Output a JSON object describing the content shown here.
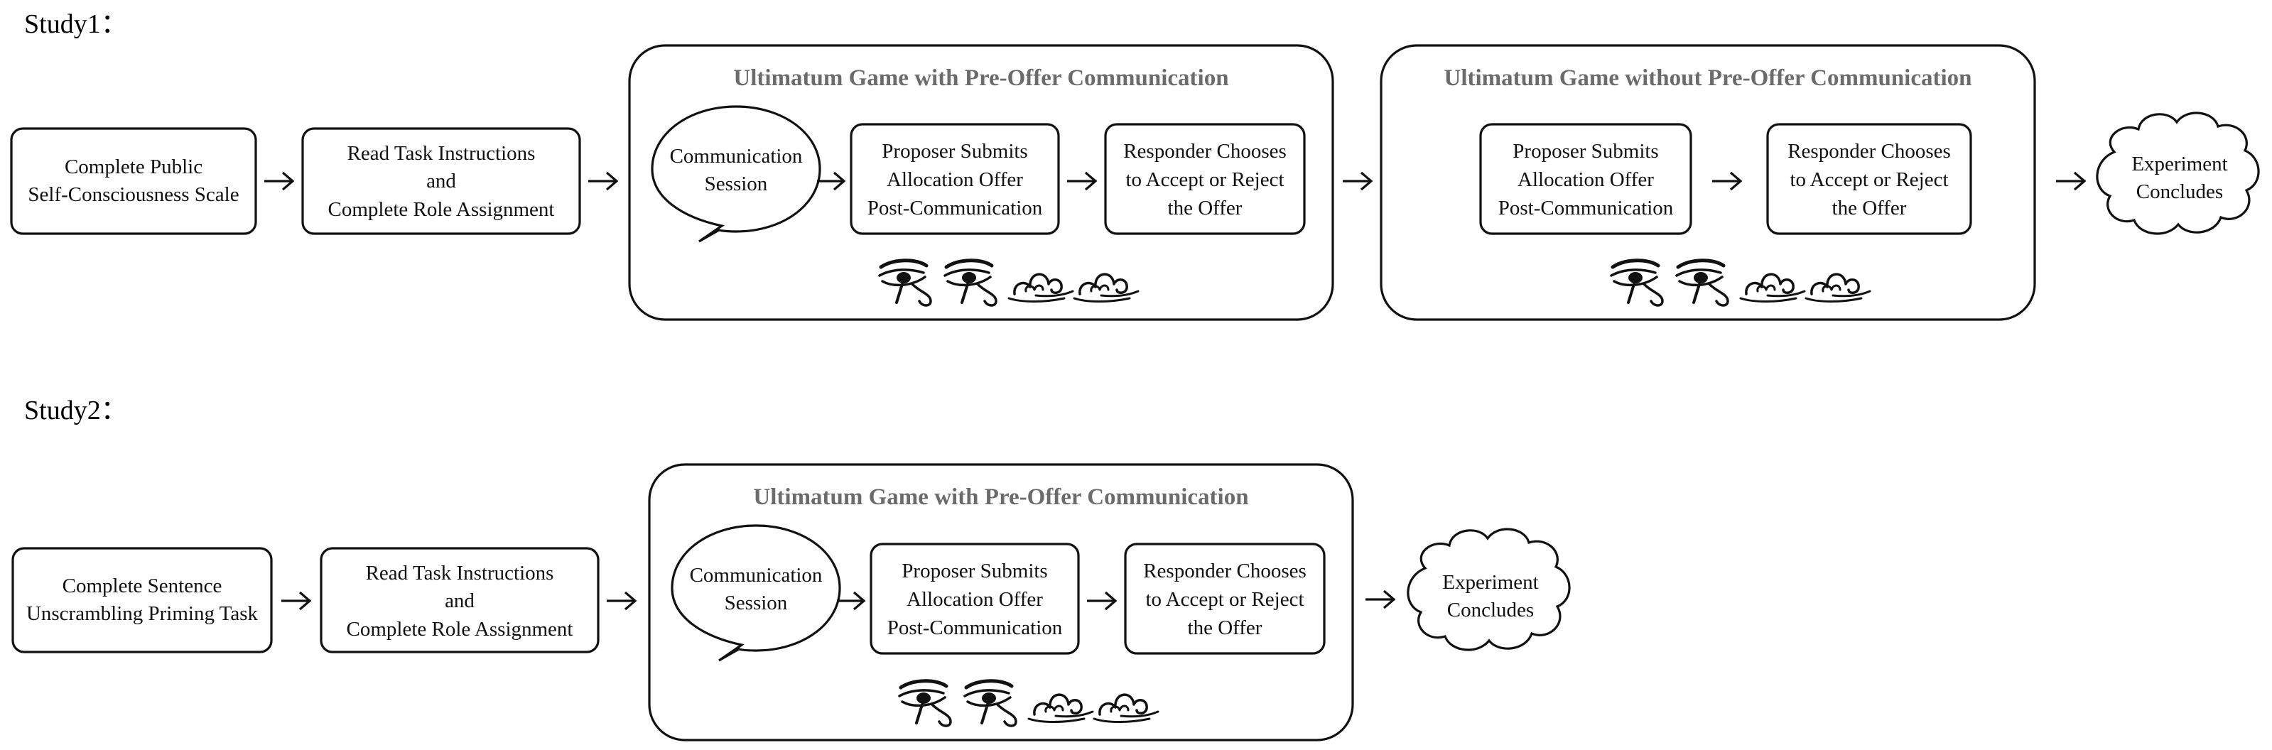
{
  "study1": {
    "label": "Study1：",
    "scale_box": [
      "Complete Public",
      "Self-Consciousness Scale"
    ],
    "instructions_box": [
      "Read Task Instructions",
      "and",
      "Complete Role Assignment"
    ],
    "group_with": {
      "title": "Ultimatum Game with Pre-Offer Communication",
      "communication": [
        "Communication",
        "Session"
      ],
      "proposer": [
        "Proposer Submits",
        "Allocation Offer",
        "Post-Communication"
      ],
      "responder": [
        "Responder Chooses",
        "to Accept or Reject",
        "the Offer"
      ]
    },
    "group_without": {
      "title": "Ultimatum Game without Pre-Offer Communication",
      "proposer": [
        "Proposer Submits",
        "Allocation Offer",
        "Post-Communication"
      ],
      "responder": [
        "Responder Chooses",
        "to Accept or Reject",
        "the Offer"
      ]
    },
    "end": [
      "Experiment",
      "Concludes"
    ]
  },
  "study2": {
    "label": "Study2：",
    "priming_box": [
      "Complete Sentence",
      "Unscrambling Priming Task"
    ],
    "instructions_box": [
      "Read Task Instructions",
      "and",
      "Complete Role Assignment"
    ],
    "group_with": {
      "title": "Ultimatum Game with Pre-Offer Communication",
      "communication": [
        "Communication",
        "Session"
      ],
      "proposer": [
        "Proposer Submits",
        "Allocation Offer",
        "Post-Communication"
      ],
      "responder": [
        "Responder Chooses",
        "to Accept or Reject",
        "the Offer"
      ]
    },
    "end": [
      "Experiment",
      "Concludes"
    ]
  },
  "icons": [
    "eye-of-horus-icon",
    "eye-of-horus-icon",
    "auspicious-cloud-icon",
    "auspicious-cloud-icon"
  ],
  "colors": {
    "stroke": "#111111",
    "group_title": "#6b6b6b",
    "background": "#ffffff"
  }
}
